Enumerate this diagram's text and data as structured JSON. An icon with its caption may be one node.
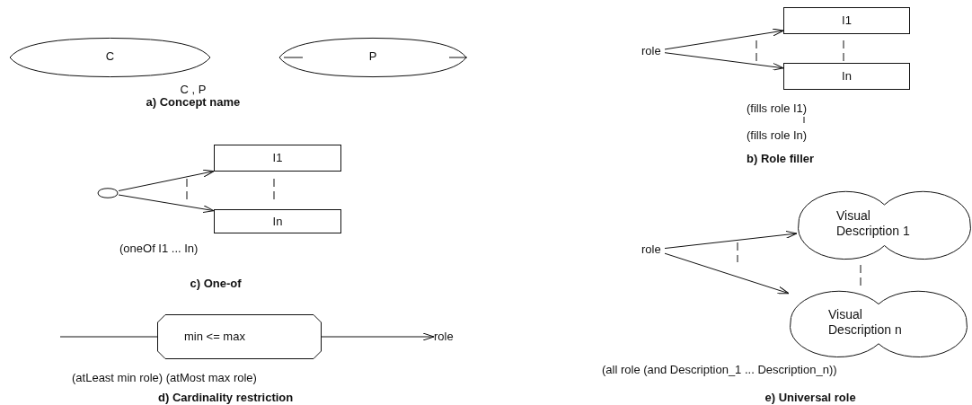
{
  "diagram": {
    "nodes": [
      {
        "text": [
          "C"
        ]
      },
      {
        "text": [
          "P"
        ]
      },
      {
        "text": [],
        "shape": "ellipse"
      },
      {
        "text": [
          "I1"
        ]
      },
      {
        "text": [
          "In"
        ]
      },
      {
        "text": [
          "min <= max"
        ]
      },
      {
        "text": [
          "role"
        ]
      },
      {
        "text": [
          "role"
        ]
      },
      {
        "text": [
          "I1"
        ]
      },
      {
        "text": [
          "In"
        ]
      },
      {
        "text": [
          "role"
        ]
      },
      {
        "text": [
          "Visual Description 1"
        ]
      },
      {
        "text": [
          "Visual Description n"
        ]
      }
    ],
    "edges": [
      {
        "from": 2,
        "to": 3,
        "arrow": "to"
      },
      {
        "from": 2,
        "to": 4,
        "arrow": "to"
      },
      {
        "from": null,
        "to": 5,
        "arrow": "none"
      },
      {
        "from": 5,
        "to": 6,
        "arrow": "to"
      },
      {
        "from": 7,
        "to": 8,
        "arrow": "to"
      },
      {
        "from": 7,
        "to": 9,
        "arrow": "to"
      },
      {
        "from": 10,
        "to": 11,
        "arrow": "to"
      },
      {
        "from": 10,
        "to": 12,
        "arrow": "to"
      }
    ],
    "labels": [
      "C , P",
      "a) Concept name",
      "(fills role I1)",
      "(fills role In)",
      "b) Role filler",
      "(oneOf I1 ... In)",
      "c) One-of",
      "(all role (and Description_1 ... Description_n))",
      "(atLeast min role) (atMost max role)",
      "d) Cardinality restriction",
      "e) Universal role"
    ]
  }
}
